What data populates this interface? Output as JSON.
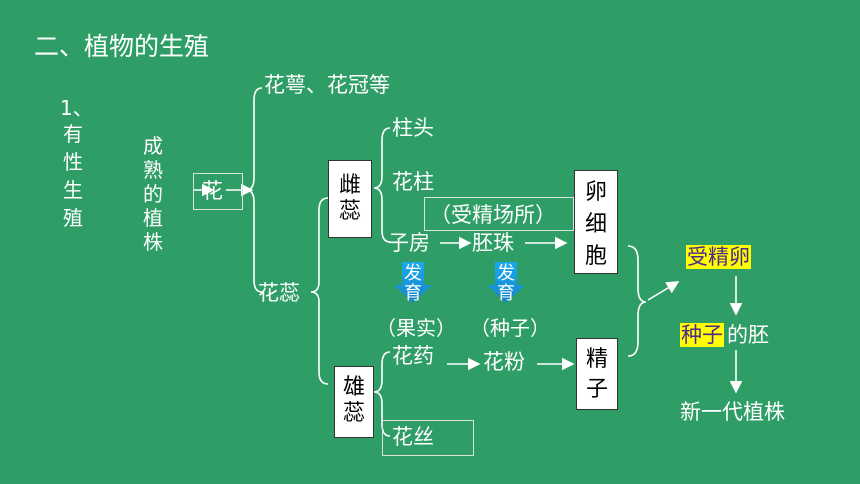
{
  "title": "二、植物的生殖",
  "section": {
    "number": "1、",
    "name": "有性生殖"
  },
  "plant": "成熟的植株",
  "flower": "花",
  "flower_parts": {
    "calyx_corolla": "花萼、花冠等",
    "stamen_pistil": "花蕊"
  },
  "pistil": {
    "label": "雌蕊",
    "stigma": "柱头",
    "style": "花柱",
    "ovary": "子房",
    "ovule": "胚珠",
    "site_note": "（受精场所）"
  },
  "stamen": {
    "label": "雄蕊",
    "anther": "花药",
    "filament": "花丝",
    "pollen": "花粉"
  },
  "develop": {
    "label": "发育",
    "fruit": "（果实）",
    "seed": "（种子）"
  },
  "egg_cell": "卵细胞",
  "sperm": "精子",
  "result": {
    "zygote": "受精卵",
    "seed_word": "种子",
    "embryo_suffix": "的胚",
    "new_plant": "新一代植株"
  },
  "colors": {
    "background": "#2f9e66",
    "highlight": "#ffff00",
    "develop_arrow": "#1a9be0"
  }
}
